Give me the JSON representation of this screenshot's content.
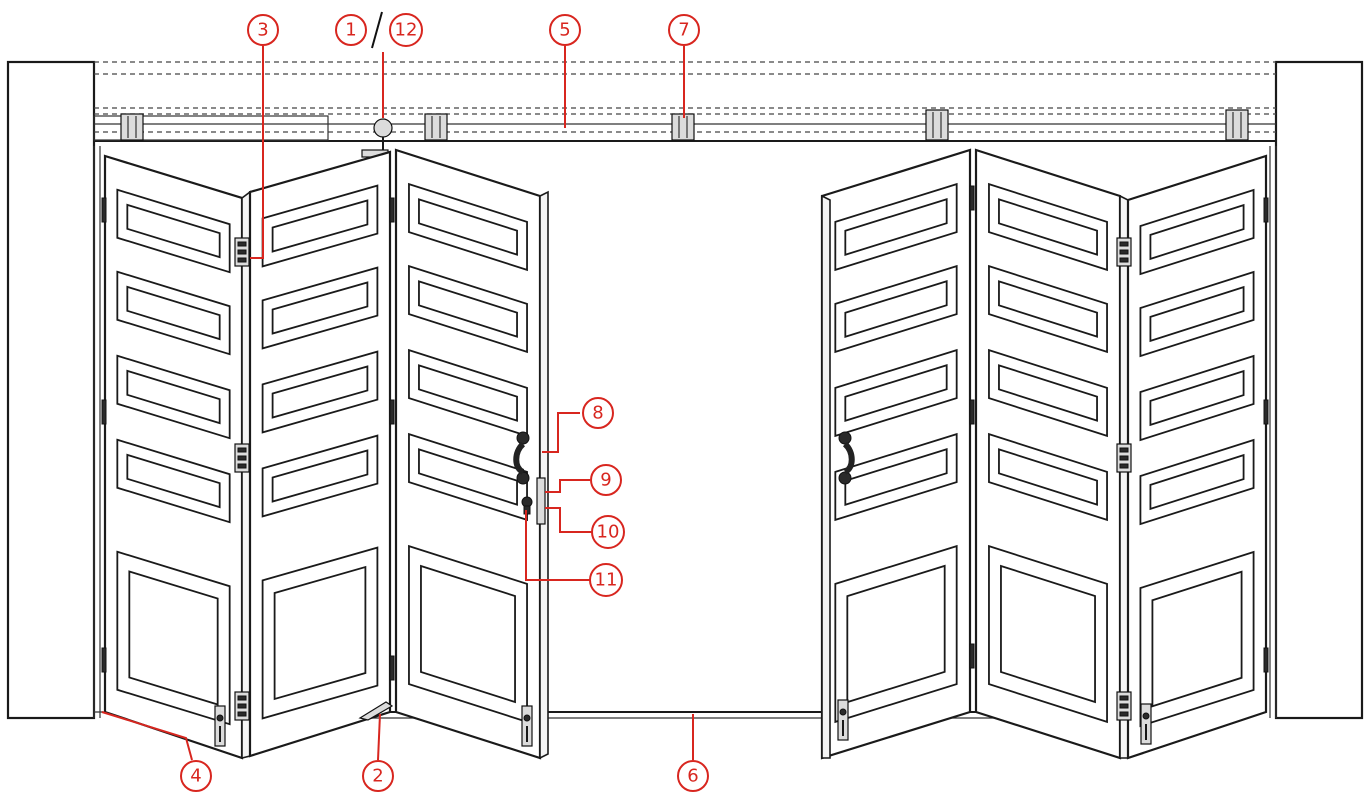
{
  "diagram": {
    "background": "#ffffff",
    "line_color": "#1a1a1a",
    "callout_color": "#d8261f",
    "callouts": [
      {
        "id": "c1-12",
        "label": "1",
        "label2": "12"
      },
      {
        "id": "c2",
        "label": "2"
      },
      {
        "id": "c3",
        "label": "3"
      },
      {
        "id": "c4",
        "label": "4"
      },
      {
        "id": "c5",
        "label": "5"
      },
      {
        "id": "c6",
        "label": "6"
      },
      {
        "id": "c7",
        "label": "7"
      },
      {
        "id": "c8",
        "label": "8"
      },
      {
        "id": "c9",
        "label": "9"
      },
      {
        "id": "c10",
        "label": "10"
      },
      {
        "id": "c11",
        "label": "11"
      }
    ],
    "icons": {
      "handle": "door-pull-handle-icon",
      "lock": "door-lock-icon",
      "hinge": "hinge-icon",
      "bolt": "flush-bolt-icon",
      "roller": "top-roller-icon"
    }
  }
}
